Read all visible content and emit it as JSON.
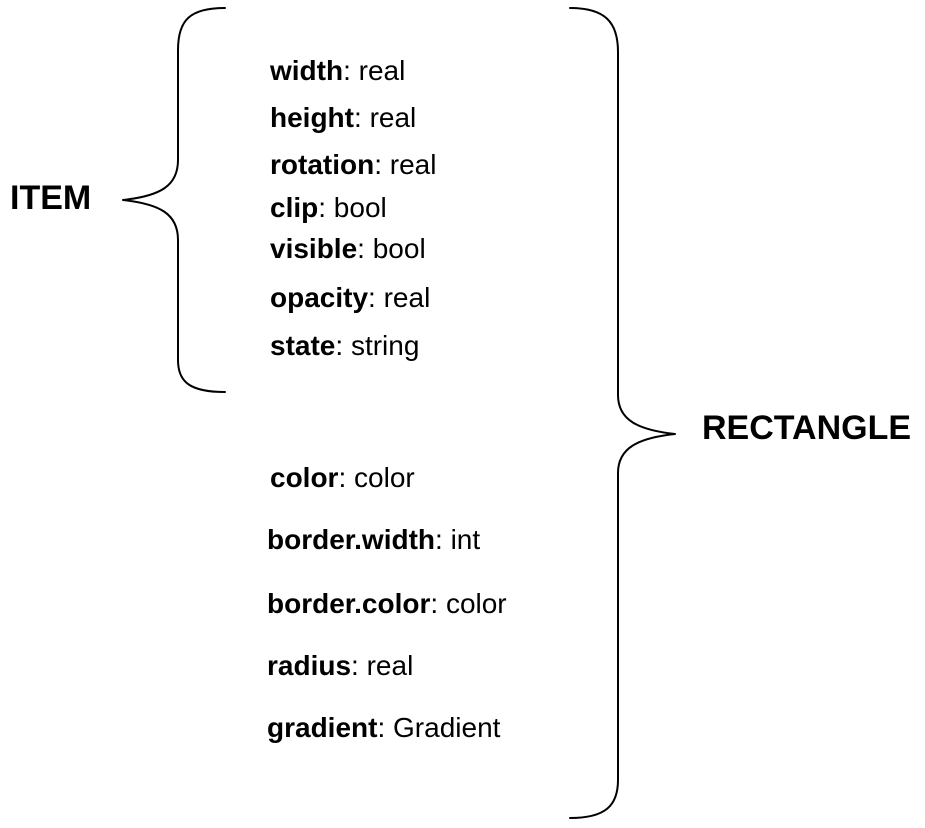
{
  "groups": {
    "item": {
      "label": "ITEM"
    },
    "rectangle": {
      "label": "RECTANGLE"
    }
  },
  "item_properties": [
    {
      "name": "width",
      "type": "real"
    },
    {
      "name": "height",
      "type": "real"
    },
    {
      "name": "rotation",
      "type": "real"
    },
    {
      "name": "clip",
      "type": "bool"
    },
    {
      "name": "visible",
      "type": "bool"
    },
    {
      "name": "opacity",
      "type": "real"
    },
    {
      "name": "state",
      "type": "string"
    }
  ],
  "rectangle_properties": [
    {
      "name": "color",
      "type": "color"
    },
    {
      "name": "border.width",
      "type": "int"
    },
    {
      "name": "border.color",
      "type": "color"
    },
    {
      "name": "radius",
      "type": "real"
    },
    {
      "name": "gradient",
      "type": "Gradient"
    }
  ],
  "separator": ": "
}
